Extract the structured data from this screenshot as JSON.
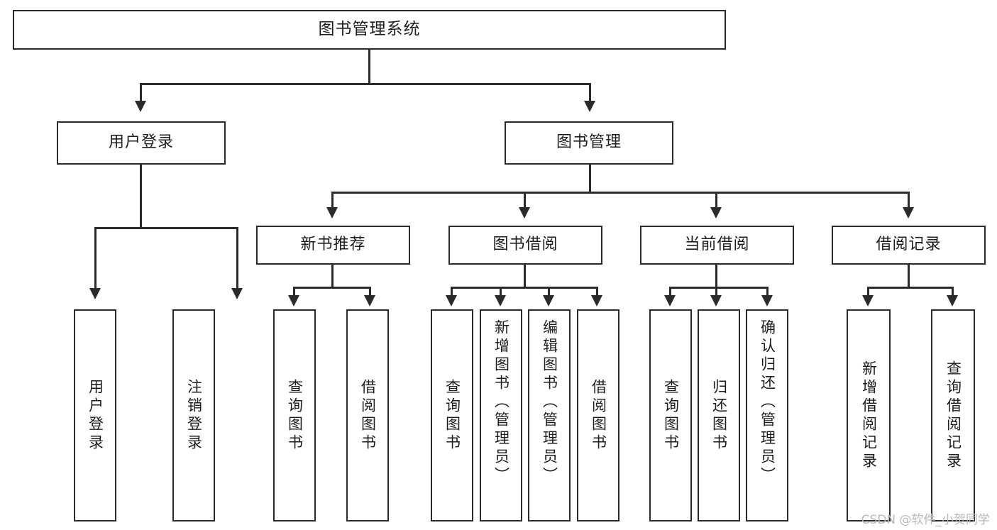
{
  "diagram": {
    "title": "图书管理系统",
    "type": "tree",
    "watermark": "CSDN @软件_小贺同学",
    "colors": {
      "stroke": "#2b2b2b",
      "fill": "#ffffff",
      "text": "#1d1d1d",
      "watermark": "#b9b9b9"
    },
    "levels": {
      "root": "图书管理系统",
      "level2": [
        "用户登录",
        "图书管理"
      ],
      "level3": [
        "新书推荐",
        "图书借阅",
        "当前借阅",
        "借阅记录"
      ]
    },
    "nodes": {
      "root": {
        "label": "图书管理系统"
      },
      "user_login": {
        "label": "用户登录"
      },
      "book_manage": {
        "label": "图书管理"
      },
      "new_book_rec": {
        "label": "新书推荐"
      },
      "book_borrow": {
        "label": "图书借阅"
      },
      "current_borrow": {
        "label": "当前借阅"
      },
      "borrow_record": {
        "label": "借阅记录"
      },
      "leaf_user_login": {
        "label": "用户登录"
      },
      "leaf_logout": {
        "label": "注销登录"
      },
      "leaf_query_book_a": {
        "label": "查询图书"
      },
      "leaf_borrow_book_a": {
        "label": "借阅图书"
      },
      "leaf_query_book_b": {
        "label": "查询图书"
      },
      "leaf_add_book": {
        "label": "新增图书（管理员）"
      },
      "leaf_edit_book": {
        "label": "编辑图书（管理员）"
      },
      "leaf_borrow_book_b": {
        "label": "借阅图书"
      },
      "leaf_query_book_c": {
        "label": "查询图书"
      },
      "leaf_return_book": {
        "label": "归还图书"
      },
      "leaf_confirm_return": {
        "label": "确认归还（管理员）"
      },
      "leaf_add_record": {
        "label": "新增借阅记录"
      },
      "leaf_query_record": {
        "label": "查询借阅记录"
      }
    },
    "edges": [
      {
        "from": "root",
        "to": "user_login"
      },
      {
        "from": "root",
        "to": "book_manage"
      },
      {
        "from": "user_login",
        "to": "leaf_user_login"
      },
      {
        "from": "user_login",
        "to": "leaf_logout"
      },
      {
        "from": "book_manage",
        "to": "new_book_rec"
      },
      {
        "from": "book_manage",
        "to": "book_borrow"
      },
      {
        "from": "book_manage",
        "to": "current_borrow"
      },
      {
        "from": "book_manage",
        "to": "borrow_record"
      },
      {
        "from": "new_book_rec",
        "to": "leaf_query_book_a"
      },
      {
        "from": "new_book_rec",
        "to": "leaf_borrow_book_a"
      },
      {
        "from": "book_borrow",
        "to": "leaf_query_book_b"
      },
      {
        "from": "book_borrow",
        "to": "leaf_add_book"
      },
      {
        "from": "book_borrow",
        "to": "leaf_edit_book"
      },
      {
        "from": "book_borrow",
        "to": "leaf_borrow_book_b"
      },
      {
        "from": "current_borrow",
        "to": "leaf_query_book_c"
      },
      {
        "from": "current_borrow",
        "to": "leaf_return_book"
      },
      {
        "from": "current_borrow",
        "to": "leaf_confirm_return"
      },
      {
        "from": "borrow_record",
        "to": "leaf_add_record"
      },
      {
        "from": "borrow_record",
        "to": "leaf_query_record"
      }
    ]
  }
}
